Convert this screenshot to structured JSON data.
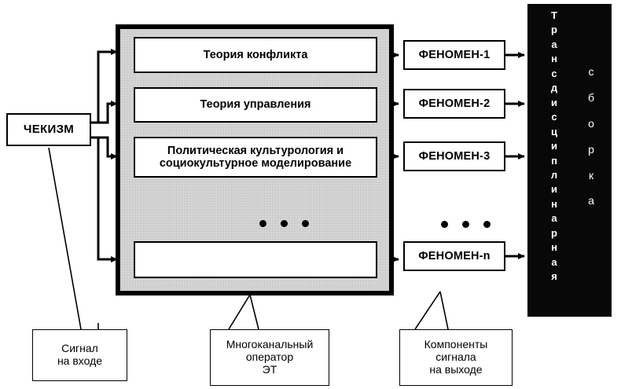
{
  "diagram": {
    "title": "Multichannel ET operator signal flow",
    "source": {
      "label": "ЧЕКИЗМ"
    },
    "operator_box": {
      "channels": [
        {
          "id": "theory-1",
          "label": "Теория конфликта"
        },
        {
          "id": "theory-2",
          "label": "Теория управления"
        },
        {
          "id": "theory-3",
          "label": "Политическая культурология и социокультурное моделирование"
        },
        {
          "id": "theory-n",
          "label": ""
        }
      ],
      "ellipsis": "• • •"
    },
    "phenomena": [
      {
        "id": "phen-1",
        "label": "ФЕНОМЕН-1"
      },
      {
        "id": "phen-2",
        "label": "ФЕНОМЕН-2"
      },
      {
        "id": "phen-3",
        "label": "ФЕНОМЕН-3"
      },
      {
        "id": "phen-n",
        "label": "ФЕНОМЕН-n"
      }
    ],
    "phenomena_ellipsis": "• • •",
    "assembly_bar": {
      "vertical_main": "Трансдисциплинарная",
      "vertical_sub": "сборка",
      "background_color": "#080808",
      "text_color": "#ffffff"
    },
    "captions": [
      {
        "id": "cap-input",
        "lines": [
          "Сигнал",
          "на входе"
        ]
      },
      {
        "id": "cap-operator",
        "lines": [
          "Многоканальный",
          "оператор",
          "ЭТ"
        ]
      },
      {
        "id": "cap-output",
        "lines": [
          "Компоненты",
          "сигнала",
          "на выходе"
        ]
      }
    ],
    "colors": {
      "container_fill": "#a8a8a8",
      "line": "#000000",
      "node_fill": "#ffffff"
    }
  }
}
